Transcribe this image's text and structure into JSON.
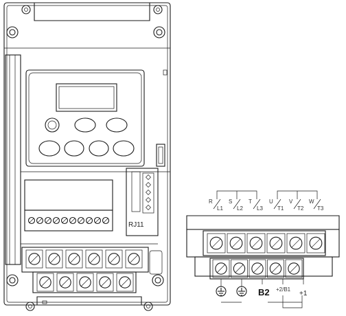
{
  "device": {
    "connector_label": "RJ11"
  },
  "terminal_block": {
    "top_labels": [
      {
        "upper": "R",
        "lower": "L1"
      },
      {
        "upper": "S",
        "lower": "L2"
      },
      {
        "upper": "T",
        "lower": "L3"
      },
      {
        "upper": "U",
        "lower": "T1"
      },
      {
        "upper": "V",
        "lower": "T2"
      },
      {
        "upper": "W",
        "lower": "T3"
      }
    ],
    "bottom_labels": [
      "ground",
      "ground",
      "B2",
      "+2/B1",
      "+1"
    ]
  }
}
